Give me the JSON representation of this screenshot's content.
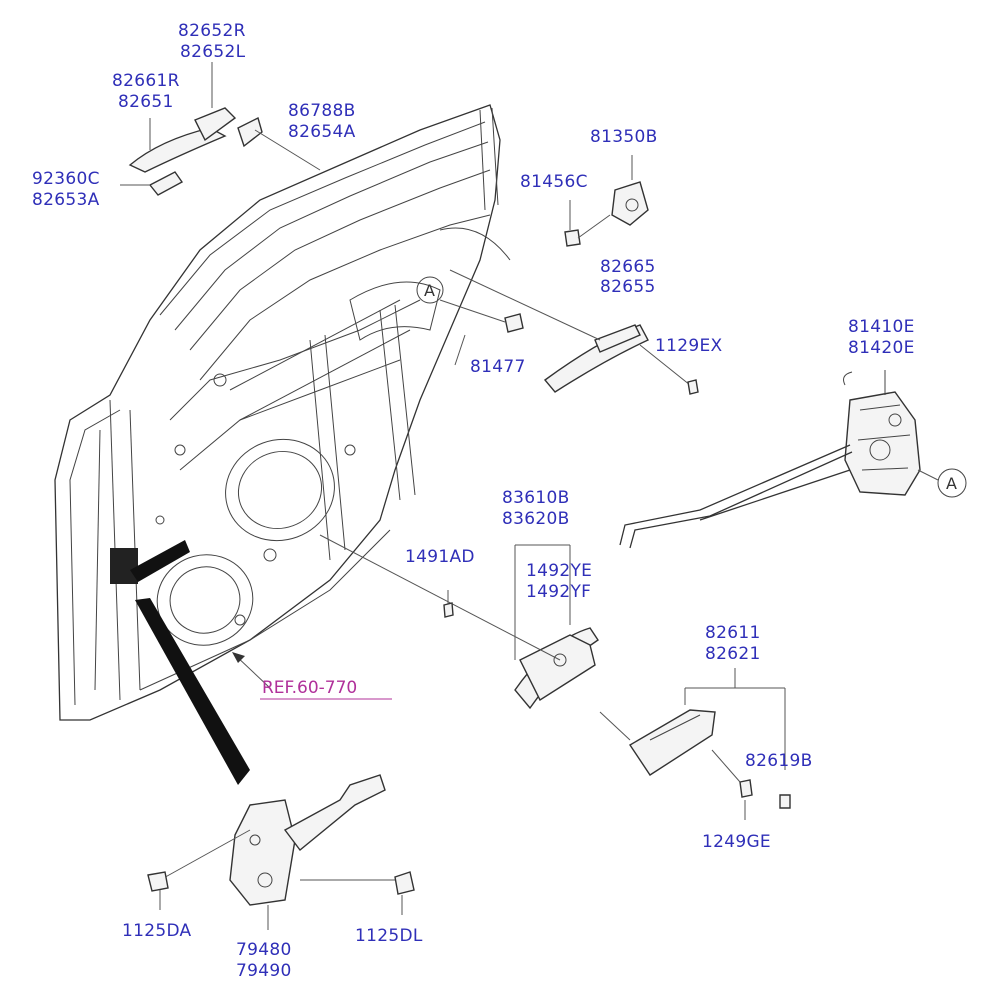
{
  "labels": {
    "l_82652R": "82652R",
    "l_82652L": "82652L",
    "l_82661R": "82661R",
    "l_82651": "82651",
    "l_86788B": "86788B",
    "l_82654A": "82654A",
    "l_92360C": "92360C",
    "l_82653A": "82653A",
    "l_81350B": "81350B",
    "l_81456C": "81456C",
    "l_82665": "82665",
    "l_82655": "82655",
    "l_81477": "81477",
    "l_1129EX": "1129EX",
    "l_81410E": "81410E",
    "l_81420E": "81420E",
    "l_83610B": "83610B",
    "l_83620B": "83620B",
    "l_1491AD": "1491AD",
    "l_1492YE": "1492YE",
    "l_1492YF": "1492YF",
    "l_82611": "82611",
    "l_82621": "82621",
    "l_82619B": "82619B",
    "l_1249GE": "1249GE",
    "l_1125DA": "1125DA",
    "l_1125DL": "1125DL",
    "l_79480": "79480",
    "l_79490": "79490",
    "ref": "REF.60-770",
    "callout_a1": "A",
    "callout_a2": "A"
  },
  "colors": {
    "label": "#2f2fb8",
    "reference": "#b0309a",
    "line": "#333333"
  }
}
